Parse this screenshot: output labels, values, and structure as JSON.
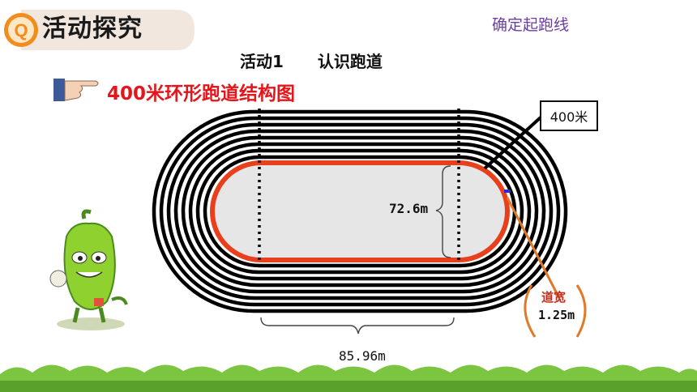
{
  "header": {
    "title": "活动探究"
  },
  "nav": {
    "section_link": "确定起跑线"
  },
  "activity": {
    "label": "活动1",
    "name": "认识跑道"
  },
  "diagram": {
    "title": "400米环形跑道结构图",
    "track_length_label": "400米",
    "straight_width_label": "72.6m",
    "straight_length_label": "85.96m",
    "lane_width_label": "道宽",
    "lane_width_value": "1.25m"
  },
  "colors": {
    "inner_line": "#e8401c",
    "infield": "#e6e6e6",
    "lane_lines": "#000000",
    "title_red": "#e4151b",
    "purple_link": "#6b3fa0",
    "orange_pointer": "#e07a2a",
    "grass": "#5aa12c"
  },
  "icons": {
    "header": "question-badge-icon",
    "pointer": "pointing-hand-icon",
    "mascot": "pepper-mascot-icon"
  }
}
